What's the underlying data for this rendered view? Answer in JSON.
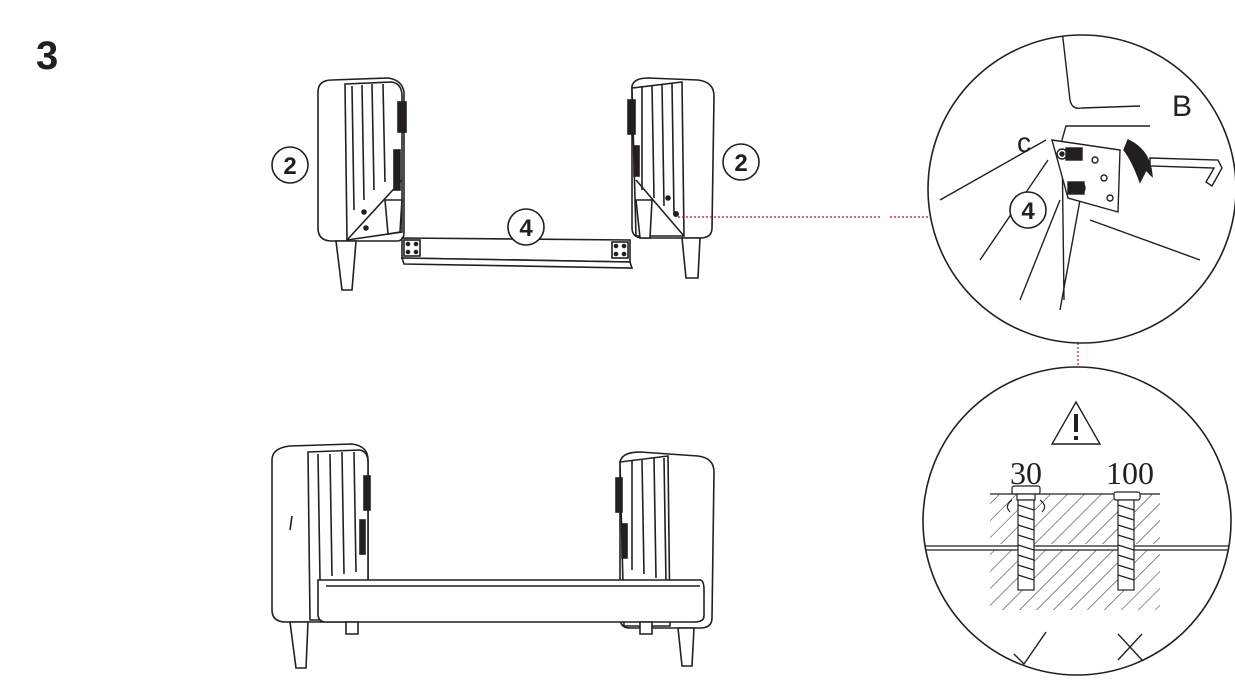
{
  "step": {
    "number": "3"
  },
  "part_labels": {
    "side_arm_left": "2",
    "side_arm_right": "2",
    "front_rail": "4",
    "detail_rail": "4"
  },
  "hardware_labels": {
    "allen_key": "B",
    "bolt": "c"
  },
  "torque": {
    "ok_value": "30",
    "bad_value": "100"
  },
  "colors": {
    "line": "#231f20",
    "leader": "#e0001b"
  },
  "icons": {
    "warning": "warning-triangle-icon",
    "ok": "checkmark-icon",
    "bad": "cross-icon"
  }
}
